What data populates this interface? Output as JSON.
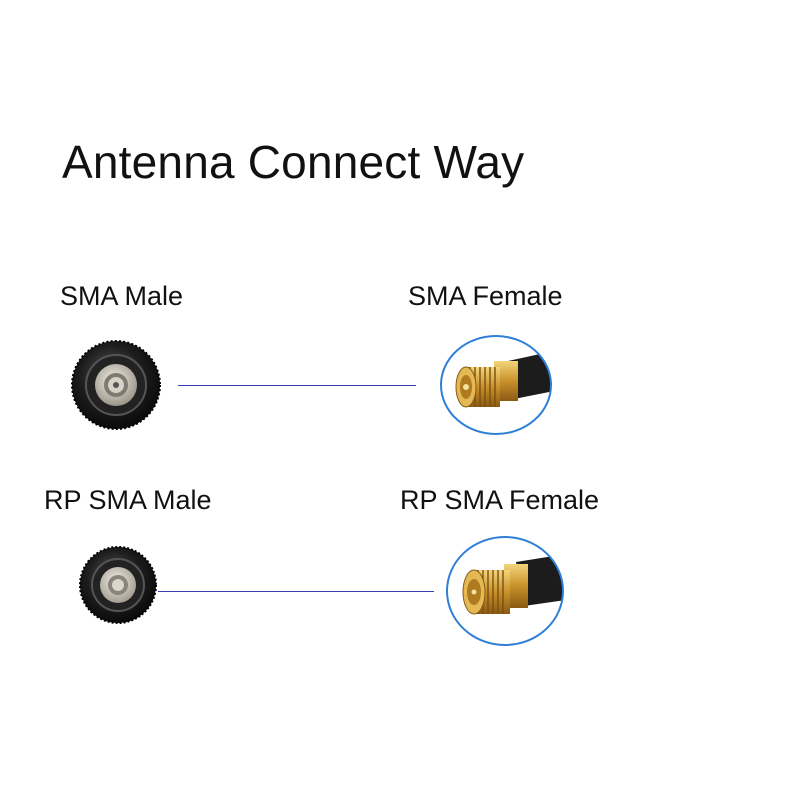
{
  "title": "Antenna Connect Way",
  "pairs": [
    {
      "male_label": "SMA Male",
      "female_label": "SMA Female"
    },
    {
      "male_label": "RP SMA Male",
      "female_label": "RP SMA Female"
    }
  ],
  "colors": {
    "link_line": "#3a3fb0",
    "callout_ring": "#2f7fd6",
    "connector_gold": "#d9a93a",
    "connector_black": "#1a1a1a"
  },
  "icons": {
    "male_connector": "sma-male-connector-icon",
    "female_connector": "sma-female-connector-icon"
  }
}
